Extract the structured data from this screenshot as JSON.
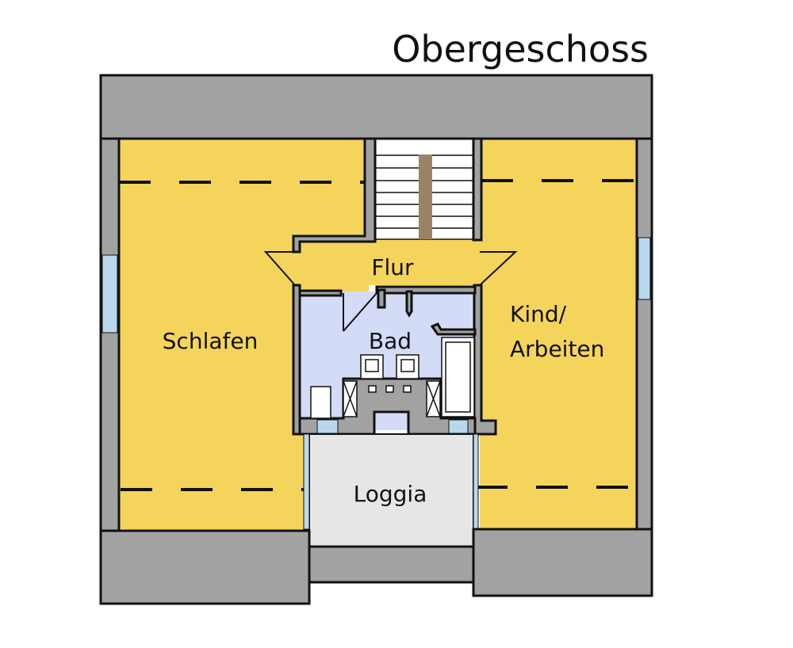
{
  "title": "Obergeschoss",
  "rooms": {
    "schlafen": "Schlafen",
    "flur": "Flur",
    "bad": "Bad",
    "kind_line1": "Kind/",
    "kind_line2": "Arbeiten",
    "loggia": "Loggia"
  },
  "colors": {
    "room": "#f5d45c",
    "wall": "#a2a2a2",
    "bath": "#d3dbf7",
    "window": "#b9d8ee",
    "loggia": "#e6e6e6",
    "stair_stringer": "#9a8466"
  }
}
